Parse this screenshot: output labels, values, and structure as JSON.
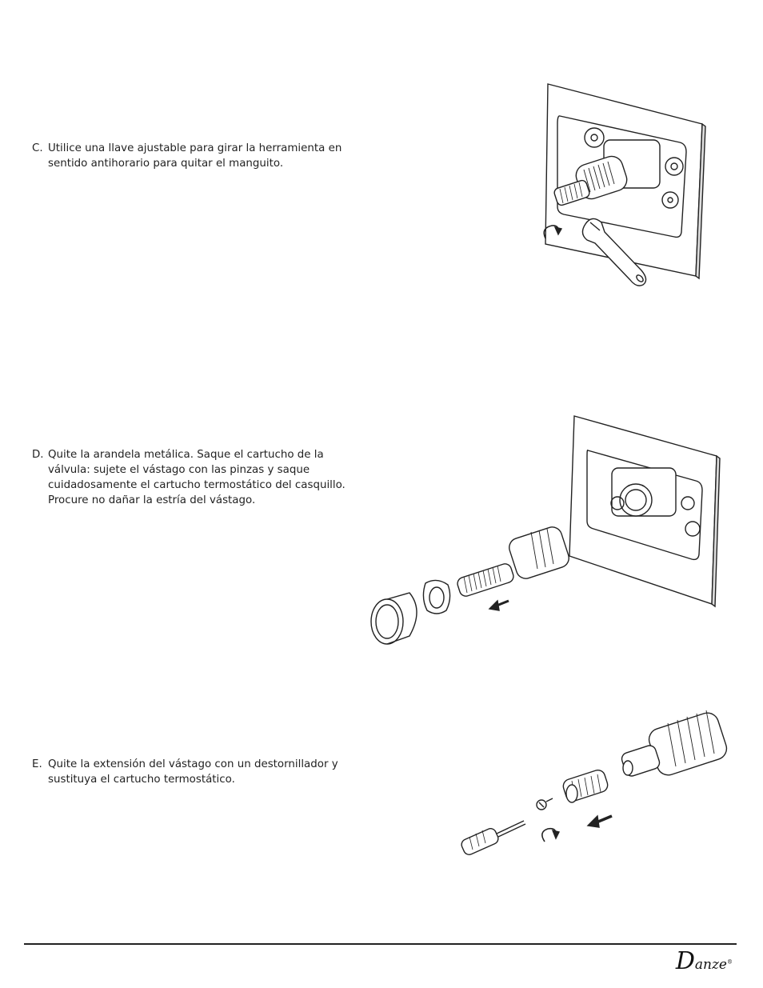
{
  "steps": [
    {
      "letter": "C.",
      "lines": [
        "Utilice una llave ajustable para girar la herramienta en",
        "sentido antihorario para quitar el manguito."
      ]
    },
    {
      "letter": "D.",
      "lines": [
        "Quite la arandela metálica. Saque el cartucho de la",
        "válvula: sujete el vástago con las pinzas y saque",
        "cuidadosamente el cartucho termostático del casquillo.",
        "Procure no dañar la estría del vástago."
      ]
    },
    {
      "letter": "E.",
      "lines": [
        "Quite la extensión del vástago con un destornillador y",
        "sustituya el cartucho termostático."
      ]
    }
  ],
  "footer": {
    "logo": {
      "initial": "D",
      "rest": "anze",
      "mark": "®"
    }
  }
}
